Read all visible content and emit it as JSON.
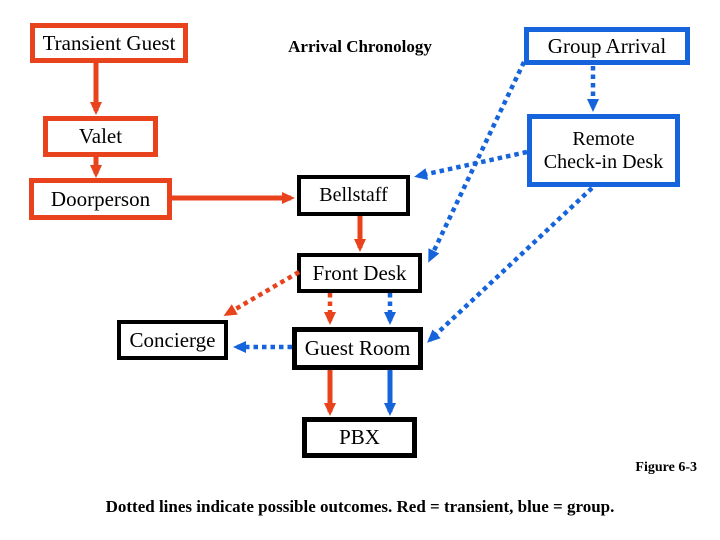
{
  "title": "Arrival Chronology",
  "figure_label": "Figure 6-3",
  "caption": "Dotted lines indicate possible outcomes. Red = transient, blue = group.",
  "colors": {
    "transient_red": "#e8431c",
    "group_blue": "#1664db",
    "neutral_black": "#000000",
    "background": "#ffffff"
  },
  "nodes": {
    "transient_guest": {
      "label": "Transient Guest",
      "border": "red"
    },
    "group_arrival": {
      "label": "Group Arrival",
      "border": "blue"
    },
    "valet": {
      "label": "Valet",
      "border": "red"
    },
    "remote_checkin": {
      "label": "Remote Check-in Desk",
      "line1": "Remote",
      "line2": "Check-in Desk",
      "border": "blue"
    },
    "doorperson": {
      "label": "Doorperson",
      "border": "red"
    },
    "bellstaff": {
      "label": "Bellstaff",
      "border": "black"
    },
    "front_desk": {
      "label": "Front Desk",
      "border": "black"
    },
    "concierge": {
      "label": "Concierge",
      "border": "black"
    },
    "guest_room": {
      "label": "Guest Room",
      "border": "black"
    },
    "pbx": {
      "label": "PBX",
      "border": "black"
    }
  },
  "edges": [
    {
      "from": "transient_guest",
      "to": "valet",
      "style": "solid",
      "color": "red"
    },
    {
      "from": "valet",
      "to": "doorperson",
      "style": "solid",
      "color": "red"
    },
    {
      "from": "doorperson",
      "to": "bellstaff",
      "style": "solid",
      "color": "red"
    },
    {
      "from": "bellstaff",
      "to": "front_desk",
      "style": "solid",
      "color": "red"
    },
    {
      "from": "front_desk",
      "to": "concierge",
      "style": "dotted",
      "color": "red"
    },
    {
      "from": "front_desk",
      "to": "guest_room",
      "style": "dotted",
      "color": "red"
    },
    {
      "from": "front_desk",
      "to": "guest_room",
      "style": "dotted",
      "color": "blue"
    },
    {
      "from": "guest_room",
      "to": "concierge",
      "style": "dotted",
      "color": "blue"
    },
    {
      "from": "guest_room",
      "to": "pbx",
      "style": "solid",
      "color": "red"
    },
    {
      "from": "guest_room",
      "to": "pbx",
      "style": "solid",
      "color": "blue"
    },
    {
      "from": "group_arrival",
      "to": "remote_checkin",
      "style": "dotted",
      "color": "blue"
    },
    {
      "from": "group_arrival",
      "to": "front_desk",
      "style": "dotted",
      "color": "blue"
    },
    {
      "from": "remote_checkin",
      "to": "bellstaff",
      "style": "dotted",
      "color": "blue"
    },
    {
      "from": "remote_checkin",
      "to": "guest_room",
      "style": "dotted",
      "color": "blue"
    }
  ]
}
